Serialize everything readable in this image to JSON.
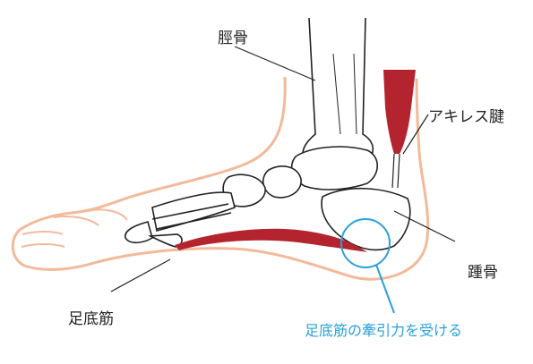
{
  "labels": {
    "tibia": "脛骨",
    "achilles": "アキレス腱",
    "calcaneus": "踵骨",
    "plantar_fascia": "足底筋",
    "callout": "足底筋の牽引力を受ける"
  },
  "colors": {
    "skin": "#f2b99a",
    "muscle": "#b3242f",
    "bone_line": "#222222",
    "callout": "#2aa0da"
  }
}
